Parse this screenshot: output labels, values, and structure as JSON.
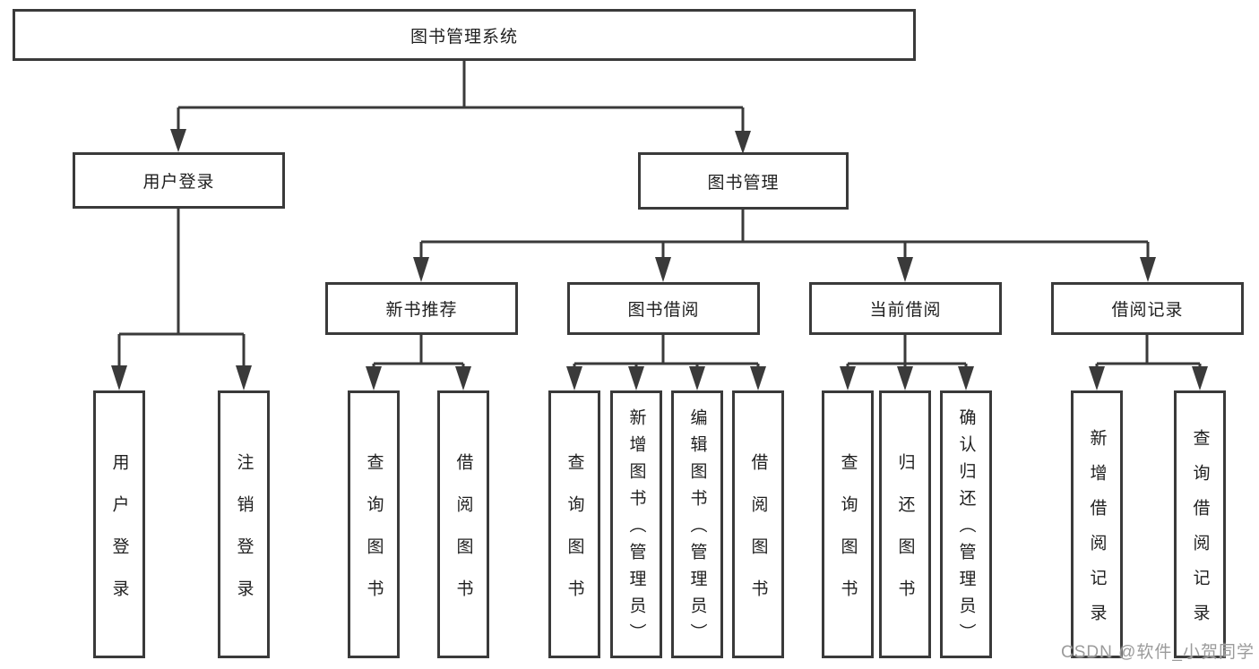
{
  "diagram": {
    "title": "图书管理系统",
    "watermark": "CSDN @软件_小贺同学"
  },
  "nodes": {
    "root": "图书管理系统",
    "user_login": "用户登录",
    "book_mgmt": "图书管理",
    "new_book_rec": "新书推荐",
    "book_borrow": "图书借阅",
    "current_borrow": "当前借阅",
    "borrow_record": "借阅记录",
    "leaf_user_login": "用户登录",
    "leaf_logout": "注销登录",
    "leaf_query_book_1": "查询图书",
    "leaf_borrow_book_1": "借阅图书",
    "leaf_query_book_2": "查询图书",
    "leaf_add_book": "新增图书（管理员）",
    "leaf_edit_book": "编辑图书（管理员）",
    "leaf_borrow_book_2": "借阅图书",
    "leaf_query_book_3": "查询图书",
    "leaf_return_book": "归还图书",
    "leaf_confirm_return": "确认归还（管理员）",
    "leaf_add_record": "新增借阅记录",
    "leaf_query_record": "查询借阅记录"
  },
  "colors": {
    "line": "#3a3a3a",
    "box_border": "#3a3a3a",
    "text": "#1f1f1f",
    "watermark": "#9b9b9b",
    "background": "#ffffff"
  }
}
